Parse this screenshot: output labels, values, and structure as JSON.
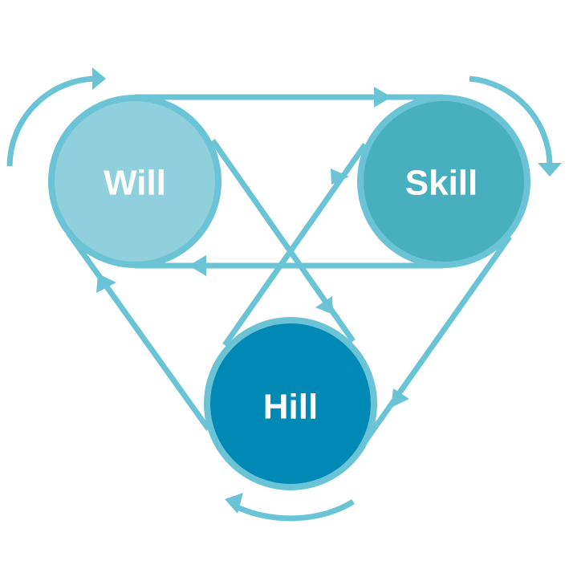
{
  "nodes": {
    "will": {
      "label": "Will",
      "fill": "#8fd0dc"
    },
    "skill": {
      "label": "Skill",
      "fill": "#48afbf"
    },
    "hill": {
      "label": "Hill",
      "fill": "#0089b5"
    }
  },
  "colors": {
    "stroke": "#6ac4d6",
    "background": "#ffffff"
  }
}
